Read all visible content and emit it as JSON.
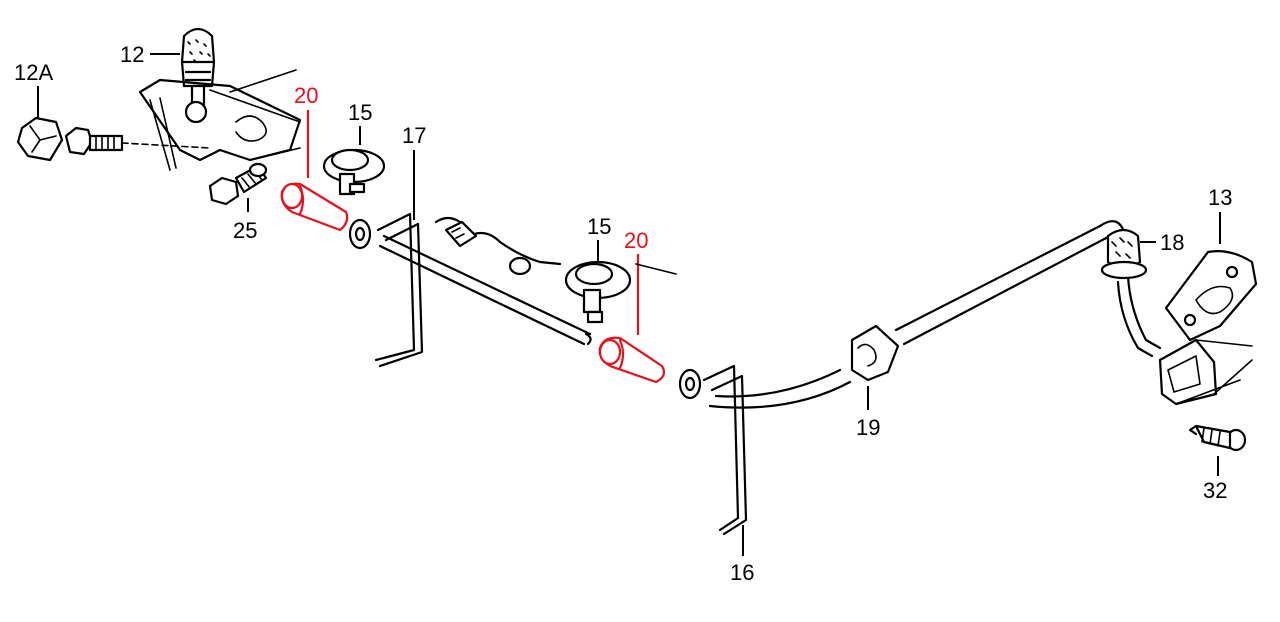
{
  "diagram": {
    "colors": {
      "ink": "#000000",
      "highlight": "#e8101a",
      "background": "#ffffff"
    },
    "callouts": [
      {
        "id": "12A",
        "text": "12A",
        "highlighted": false
      },
      {
        "id": "12",
        "text": "12",
        "highlighted": false
      },
      {
        "id": "20a",
        "text": "20",
        "highlighted": true
      },
      {
        "id": "15a",
        "text": "15",
        "highlighted": false
      },
      {
        "id": "17",
        "text": "17",
        "highlighted": false
      },
      {
        "id": "25",
        "text": "25",
        "highlighted": false
      },
      {
        "id": "15b",
        "text": "15",
        "highlighted": false
      },
      {
        "id": "20b",
        "text": "20",
        "highlighted": true
      },
      {
        "id": "13",
        "text": "13",
        "highlighted": false
      },
      {
        "id": "18",
        "text": "18",
        "highlighted": false
      },
      {
        "id": "19",
        "text": "19",
        "highlighted": false
      },
      {
        "id": "16",
        "text": "16",
        "highlighted": false
      },
      {
        "id": "32",
        "text": "32",
        "highlighted": false
      }
    ]
  }
}
